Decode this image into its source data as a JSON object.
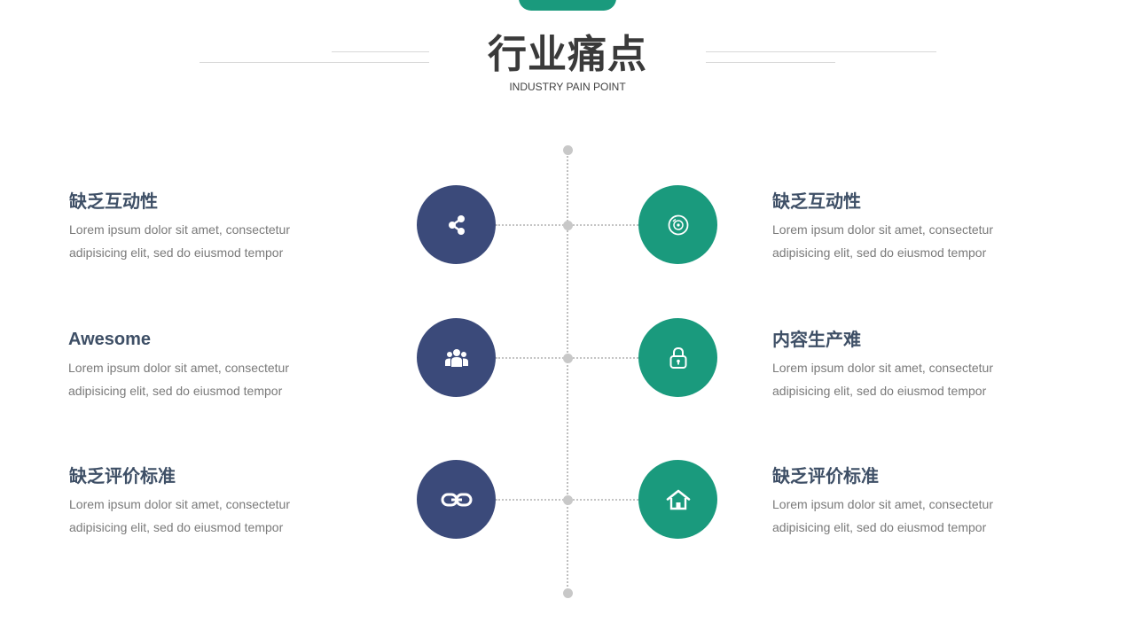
{
  "header": {
    "title": "行业痛点",
    "subtitle": "INDUSTRY PAIN POINT"
  },
  "colors": {
    "navy": "#3b4a7a",
    "teal": "#1a9a7d",
    "title_text": "#3e4f66",
    "body_text": "#7a7a7a"
  },
  "left_items": [
    {
      "title": "缺乏互动性",
      "line1": "Lorem ipsum dolor sit amet, consectetur",
      "line2": "adipisicing elit, sed do eiusmod tempor",
      "icon": "share-icon"
    },
    {
      "title": "Awesome",
      "line1": "Lorem ipsum dolor sit amet, consectetur",
      "line2": "adipisicing elit, sed do eiusmod tempor",
      "icon": "group-icon"
    },
    {
      "title": "缺乏评价标准",
      "line1": "Lorem ipsum dolor sit amet, consectetur",
      "line2": "adipisicing elit, sed do eiusmod tempor",
      "icon": "link-icon"
    }
  ],
  "right_items": [
    {
      "title": "缺乏互动性",
      "line1": "Lorem ipsum dolor sit amet, consectetur",
      "line2": "adipisicing elit, sed do eiusmod tempor",
      "icon": "disc-icon"
    },
    {
      "title": "内容生产难",
      "line1": "Lorem ipsum dolor sit amet, consectetur",
      "line2": "adipisicing elit, sed do eiusmod tempor",
      "icon": "lock-icon"
    },
    {
      "title": "缺乏评价标准",
      "line1": "Lorem ipsum dolor sit amet, consectetur",
      "line2": "adipisicing elit, sed do eiusmod tempor",
      "icon": "home-icon"
    }
  ]
}
